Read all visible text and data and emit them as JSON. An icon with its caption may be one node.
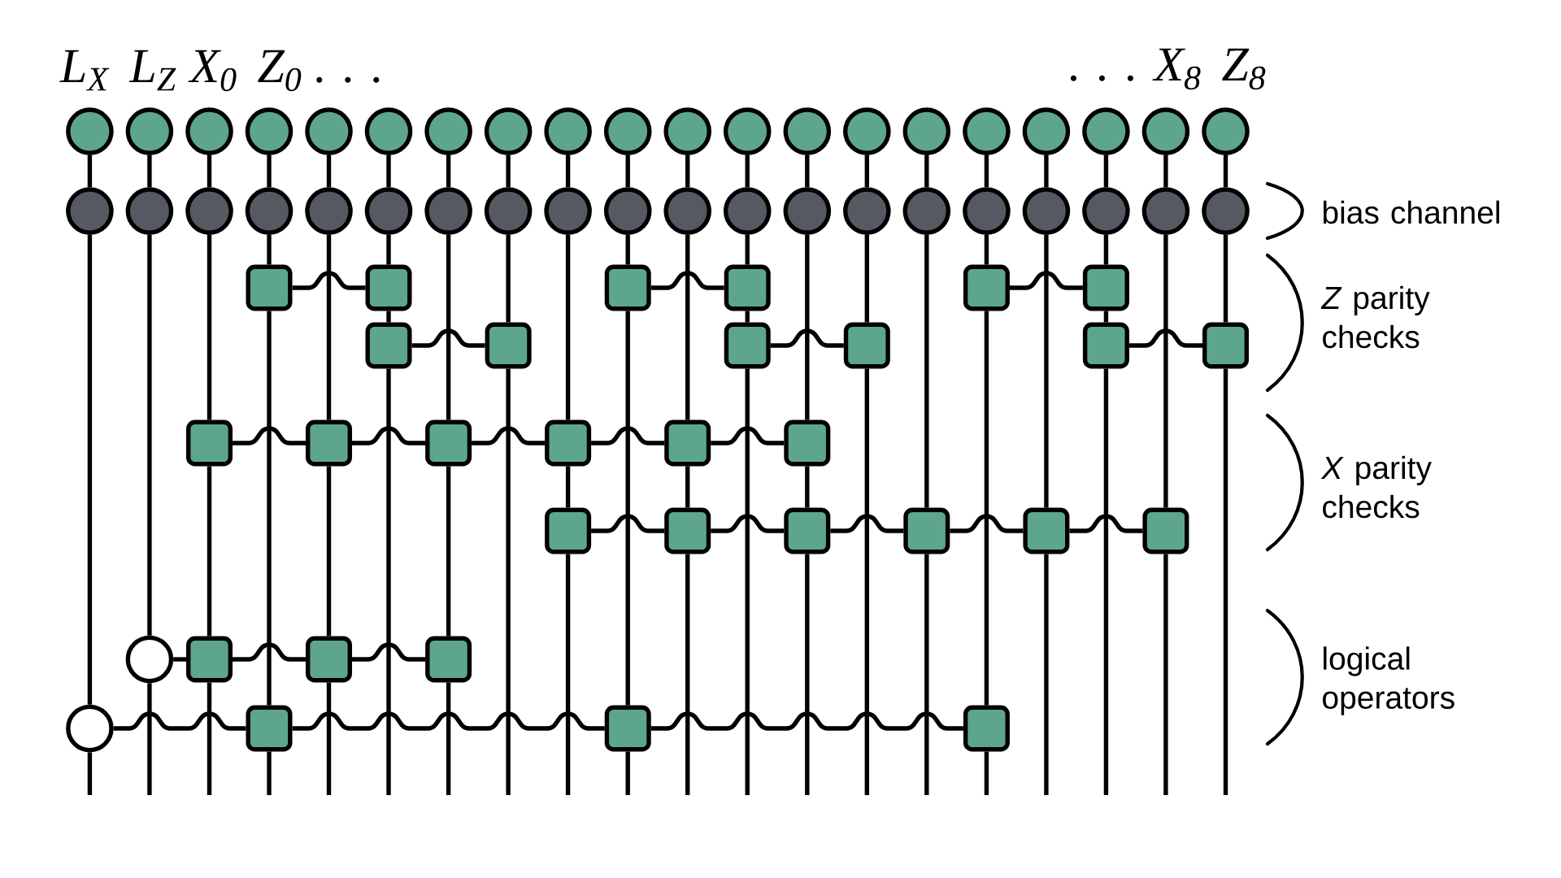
{
  "diagram": {
    "nodes": [
      {
        "text": [],
        "shape": "circle"
      },
      {
        "text": [],
        "shape": "circle"
      },
      {
        "text": [],
        "shape": "circle"
      },
      {
        "text": [],
        "shape": "circle"
      },
      {
        "text": [],
        "shape": "circle"
      },
      {
        "text": [],
        "shape": "circle"
      },
      {
        "text": [],
        "shape": "circle"
      },
      {
        "text": [],
        "shape": "circle"
      },
      {
        "text": [],
        "shape": "circle"
      },
      {
        "text": [],
        "shape": "circle"
      },
      {
        "text": [],
        "shape": "circle"
      },
      {
        "text": [],
        "shape": "circle"
      },
      {
        "text": [],
        "shape": "circle"
      },
      {
        "text": [],
        "shape": "circle"
      },
      {
        "text": [],
        "shape": "circle"
      },
      {
        "text": [],
        "shape": "circle"
      },
      {
        "text": [],
        "shape": "circle"
      },
      {
        "text": [],
        "shape": "circle"
      },
      {
        "text": [],
        "shape": "circle"
      },
      {
        "text": [],
        "shape": "circle"
      },
      {
        "text": [],
        "shape": "circle"
      },
      {
        "text": [],
        "shape": "circle"
      },
      {
        "text": [],
        "shape": "circle"
      },
      {
        "text": [],
        "shape": "circle"
      },
      {
        "text": [],
        "shape": "circle"
      },
      {
        "text": [],
        "shape": "circle"
      },
      {
        "text": [],
        "shape": "circle"
      },
      {
        "text": [],
        "shape": "circle"
      },
      {
        "text": [],
        "shape": "circle"
      },
      {
        "text": [],
        "shape": "circle"
      },
      {
        "text": [],
        "shape": "circle"
      },
      {
        "text": [],
        "shape": "circle"
      },
      {
        "text": [],
        "shape": "circle"
      },
      {
        "text": [],
        "shape": "circle"
      },
      {
        "text": [],
        "shape": "circle"
      },
      {
        "text": [],
        "shape": "circle"
      },
      {
        "text": [],
        "shape": "circle"
      },
      {
        "text": [],
        "shape": "circle"
      },
      {
        "text": [],
        "shape": "circle"
      },
      {
        "text": [],
        "shape": "circle"
      },
      {
        "text": [],
        "shape": "box"
      },
      {
        "text": [],
        "shape": "box"
      },
      {
        "text": [],
        "shape": "box"
      },
      {
        "text": [],
        "shape": "box"
      },
      {
        "text": [],
        "shape": "box"
      },
      {
        "text": [],
        "shape": "box"
      },
      {
        "text": [],
        "shape": "box"
      },
      {
        "text": [],
        "shape": "box"
      },
      {
        "text": [],
        "shape": "box"
      },
      {
        "text": [],
        "shape": "box"
      },
      {
        "text": [],
        "shape": "box"
      },
      {
        "text": [],
        "shape": "box"
      },
      {
        "text": [],
        "shape": "box"
      },
      {
        "text": [],
        "shape": "box"
      },
      {
        "text": [],
        "shape": "box"
      },
      {
        "text": [],
        "shape": "box"
      },
      {
        "text": [],
        "shape": "box"
      },
      {
        "text": [],
        "shape": "box"
      },
      {
        "text": [],
        "shape": "box"
      },
      {
        "text": [],
        "shape": "box"
      },
      {
        "text": [],
        "shape": "box"
      },
      {
        "text": [],
        "shape": "box"
      },
      {
        "text": [],
        "shape": "box"
      },
      {
        "text": [],
        "shape": "box"
      },
      {
        "text": [],
        "shape": "circle"
      },
      {
        "text": [],
        "shape": "box"
      },
      {
        "text": [],
        "shape": "box"
      },
      {
        "text": [],
        "shape": "box"
      },
      {
        "text": [],
        "shape": "circle"
      },
      {
        "text": [],
        "shape": "box"
      },
      {
        "text": [],
        "shape": "box"
      },
      {
        "text": [],
        "shape": "box"
      }
    ],
    "edges": [
      {
        "from": 0,
        "to": 20,
        "arrow": "none"
      },
      {
        "from": 20,
        "to": 68,
        "arrow": "none"
      },
      {
        "from": 68,
        "to": null,
        "arrow": "none"
      },
      {
        "from": 1,
        "to": 21,
        "arrow": "none"
      },
      {
        "from": 21,
        "to": 64,
        "arrow": "none"
      },
      {
        "from": 64,
        "to": null,
        "arrow": "none"
      },
      {
        "from": 2,
        "to": 22,
        "arrow": "none"
      },
      {
        "from": 22,
        "to": 52,
        "arrow": "none"
      },
      {
        "from": 52,
        "to": 65,
        "arrow": "none"
      },
      {
        "from": 65,
        "to": null,
        "arrow": "none"
      },
      {
        "from": 3,
        "to": 23,
        "arrow": "none"
      },
      {
        "from": 23,
        "to": 40,
        "arrow": "none"
      },
      {
        "from": 40,
        "to": 69,
        "arrow": "none"
      },
      {
        "from": 69,
        "to": null,
        "arrow": "none"
      },
      {
        "from": 4,
        "to": 24,
        "arrow": "none"
      },
      {
        "from": 24,
        "to": 53,
        "arrow": "none"
      },
      {
        "from": 53,
        "to": 66,
        "arrow": "none"
      },
      {
        "from": 66,
        "to": null,
        "arrow": "none"
      },
      {
        "from": 5,
        "to": 25,
        "arrow": "none"
      },
      {
        "from": 25,
        "to": 41,
        "arrow": "none"
      },
      {
        "from": 41,
        "to": 46,
        "arrow": "none"
      },
      {
        "from": 46,
        "to": null,
        "arrow": "none"
      },
      {
        "from": 6,
        "to": 26,
        "arrow": "none"
      },
      {
        "from": 26,
        "to": 54,
        "arrow": "none"
      },
      {
        "from": 54,
        "to": 67,
        "arrow": "none"
      },
      {
        "from": 67,
        "to": null,
        "arrow": "none"
      },
      {
        "from": 7,
        "to": 27,
        "arrow": "none"
      },
      {
        "from": 27,
        "to": 47,
        "arrow": "none"
      },
      {
        "from": 47,
        "to": null,
        "arrow": "none"
      },
      {
        "from": 8,
        "to": 28,
        "arrow": "none"
      },
      {
        "from": 28,
        "to": 55,
        "arrow": "none"
      },
      {
        "from": 55,
        "to": 58,
        "arrow": "none"
      },
      {
        "from": 58,
        "to": null,
        "arrow": "none"
      },
      {
        "from": 9,
        "to": 29,
        "arrow": "none"
      },
      {
        "from": 29,
        "to": 42,
        "arrow": "none"
      },
      {
        "from": 42,
        "to": 70,
        "arrow": "none"
      },
      {
        "from": 70,
        "to": null,
        "arrow": "none"
      },
      {
        "from": 10,
        "to": 30,
        "arrow": "none"
      },
      {
        "from": 30,
        "to": 56,
        "arrow": "none"
      },
      {
        "from": 56,
        "to": 59,
        "arrow": "none"
      },
      {
        "from": 59,
        "to": null,
        "arrow": "none"
      },
      {
        "from": 11,
        "to": 31,
        "arrow": "none"
      },
      {
        "from": 31,
        "to": 43,
        "arrow": "none"
      },
      {
        "from": 43,
        "to": 48,
        "arrow": "none"
      },
      {
        "from": 48,
        "to": null,
        "arrow": "none"
      },
      {
        "from": 12,
        "to": 32,
        "arrow": "none"
      },
      {
        "from": 32,
        "to": 57,
        "arrow": "none"
      },
      {
        "from": 57,
        "to": 60,
        "arrow": "none"
      },
      {
        "from": 60,
        "to": null,
        "arrow": "none"
      },
      {
        "from": 13,
        "to": 33,
        "arrow": "none"
      },
      {
        "from": 33,
        "to": 49,
        "arrow": "none"
      },
      {
        "from": 49,
        "to": null,
        "arrow": "none"
      },
      {
        "from": 14,
        "to": 34,
        "arrow": "none"
      },
      {
        "from": 34,
        "to": 61,
        "arrow": "none"
      },
      {
        "from": 61,
        "to": null,
        "arrow": "none"
      },
      {
        "from": 15,
        "to": 35,
        "arrow": "none"
      },
      {
        "from": 35,
        "to": 44,
        "arrow": "none"
      },
      {
        "from": 44,
        "to": 71,
        "arrow": "none"
      },
      {
        "from": 71,
        "to": null,
        "arrow": "none"
      },
      {
        "from": 16,
        "to": 36,
        "arrow": "none"
      },
      {
        "from": 36,
        "to": 62,
        "arrow": "none"
      },
      {
        "from": 62,
        "to": null,
        "arrow": "none"
      },
      {
        "from": 17,
        "to": 37,
        "arrow": "none"
      },
      {
        "from": 37,
        "to": 45,
        "arrow": "none"
      },
      {
        "from": 45,
        "to": 50,
        "arrow": "none"
      },
      {
        "from": 50,
        "to": null,
        "arrow": "none"
      },
      {
        "from": 18,
        "to": 38,
        "arrow": "none"
      },
      {
        "from": 38,
        "to": 63,
        "arrow": "none"
      },
      {
        "from": 63,
        "to": null,
        "arrow": "none"
      },
      {
        "from": 19,
        "to": 39,
        "arrow": "none"
      },
      {
        "from": 39,
        "to": 51,
        "arrow": "none"
      },
      {
        "from": 51,
        "to": null,
        "arrow": "none"
      },
      {
        "from": 40,
        "to": 41,
        "arrow": "none"
      },
      {
        "from": 42,
        "to": 43,
        "arrow": "none"
      },
      {
        "from": 44,
        "to": 45,
        "arrow": "none"
      },
      {
        "from": 46,
        "to": 47,
        "arrow": "none"
      },
      {
        "from": 48,
        "to": 49,
        "arrow": "none"
      },
      {
        "from": 50,
        "to": 51,
        "arrow": "none"
      },
      {
        "from": 52,
        "to": 53,
        "arrow": "none"
      },
      {
        "from": 53,
        "to": 54,
        "arrow": "none"
      },
      {
        "from": 54,
        "to": 55,
        "arrow": "none"
      },
      {
        "from": 55,
        "to": 56,
        "arrow": "none"
      },
      {
        "from": 56,
        "to": 57,
        "arrow": "none"
      },
      {
        "from": 58,
        "to": 59,
        "arrow": "none"
      },
      {
        "from": 59,
        "to": 60,
        "arrow": "none"
      },
      {
        "from": 60,
        "to": 61,
        "arrow": "none"
      },
      {
        "from": 61,
        "to": 62,
        "arrow": "none"
      },
      {
        "from": 62,
        "to": 63,
        "arrow": "none"
      },
      {
        "from": 64,
        "to": 65,
        "arrow": "none"
      },
      {
        "from": 65,
        "to": 66,
        "arrow": "none"
      },
      {
        "from": 66,
        "to": 67,
        "arrow": "none"
      },
      {
        "from": 68,
        "to": 69,
        "arrow": "none"
      },
      {
        "from": 69,
        "to": 70,
        "arrow": "none"
      },
      {
        "from": 70,
        "to": 71,
        "arrow": "none"
      }
    ],
    "labels": [
      "L$_{X}$",
      "L$_{Z}$",
      "X$_{0}$",
      "Z$_{0}$ . . .",
      ". . . X$_{8}$",
      "Z$_{8}$",
      "bias channel",
      "*Z* parity checks",
      "*X* parity checks",
      "logical operators"
    ]
  }
}
